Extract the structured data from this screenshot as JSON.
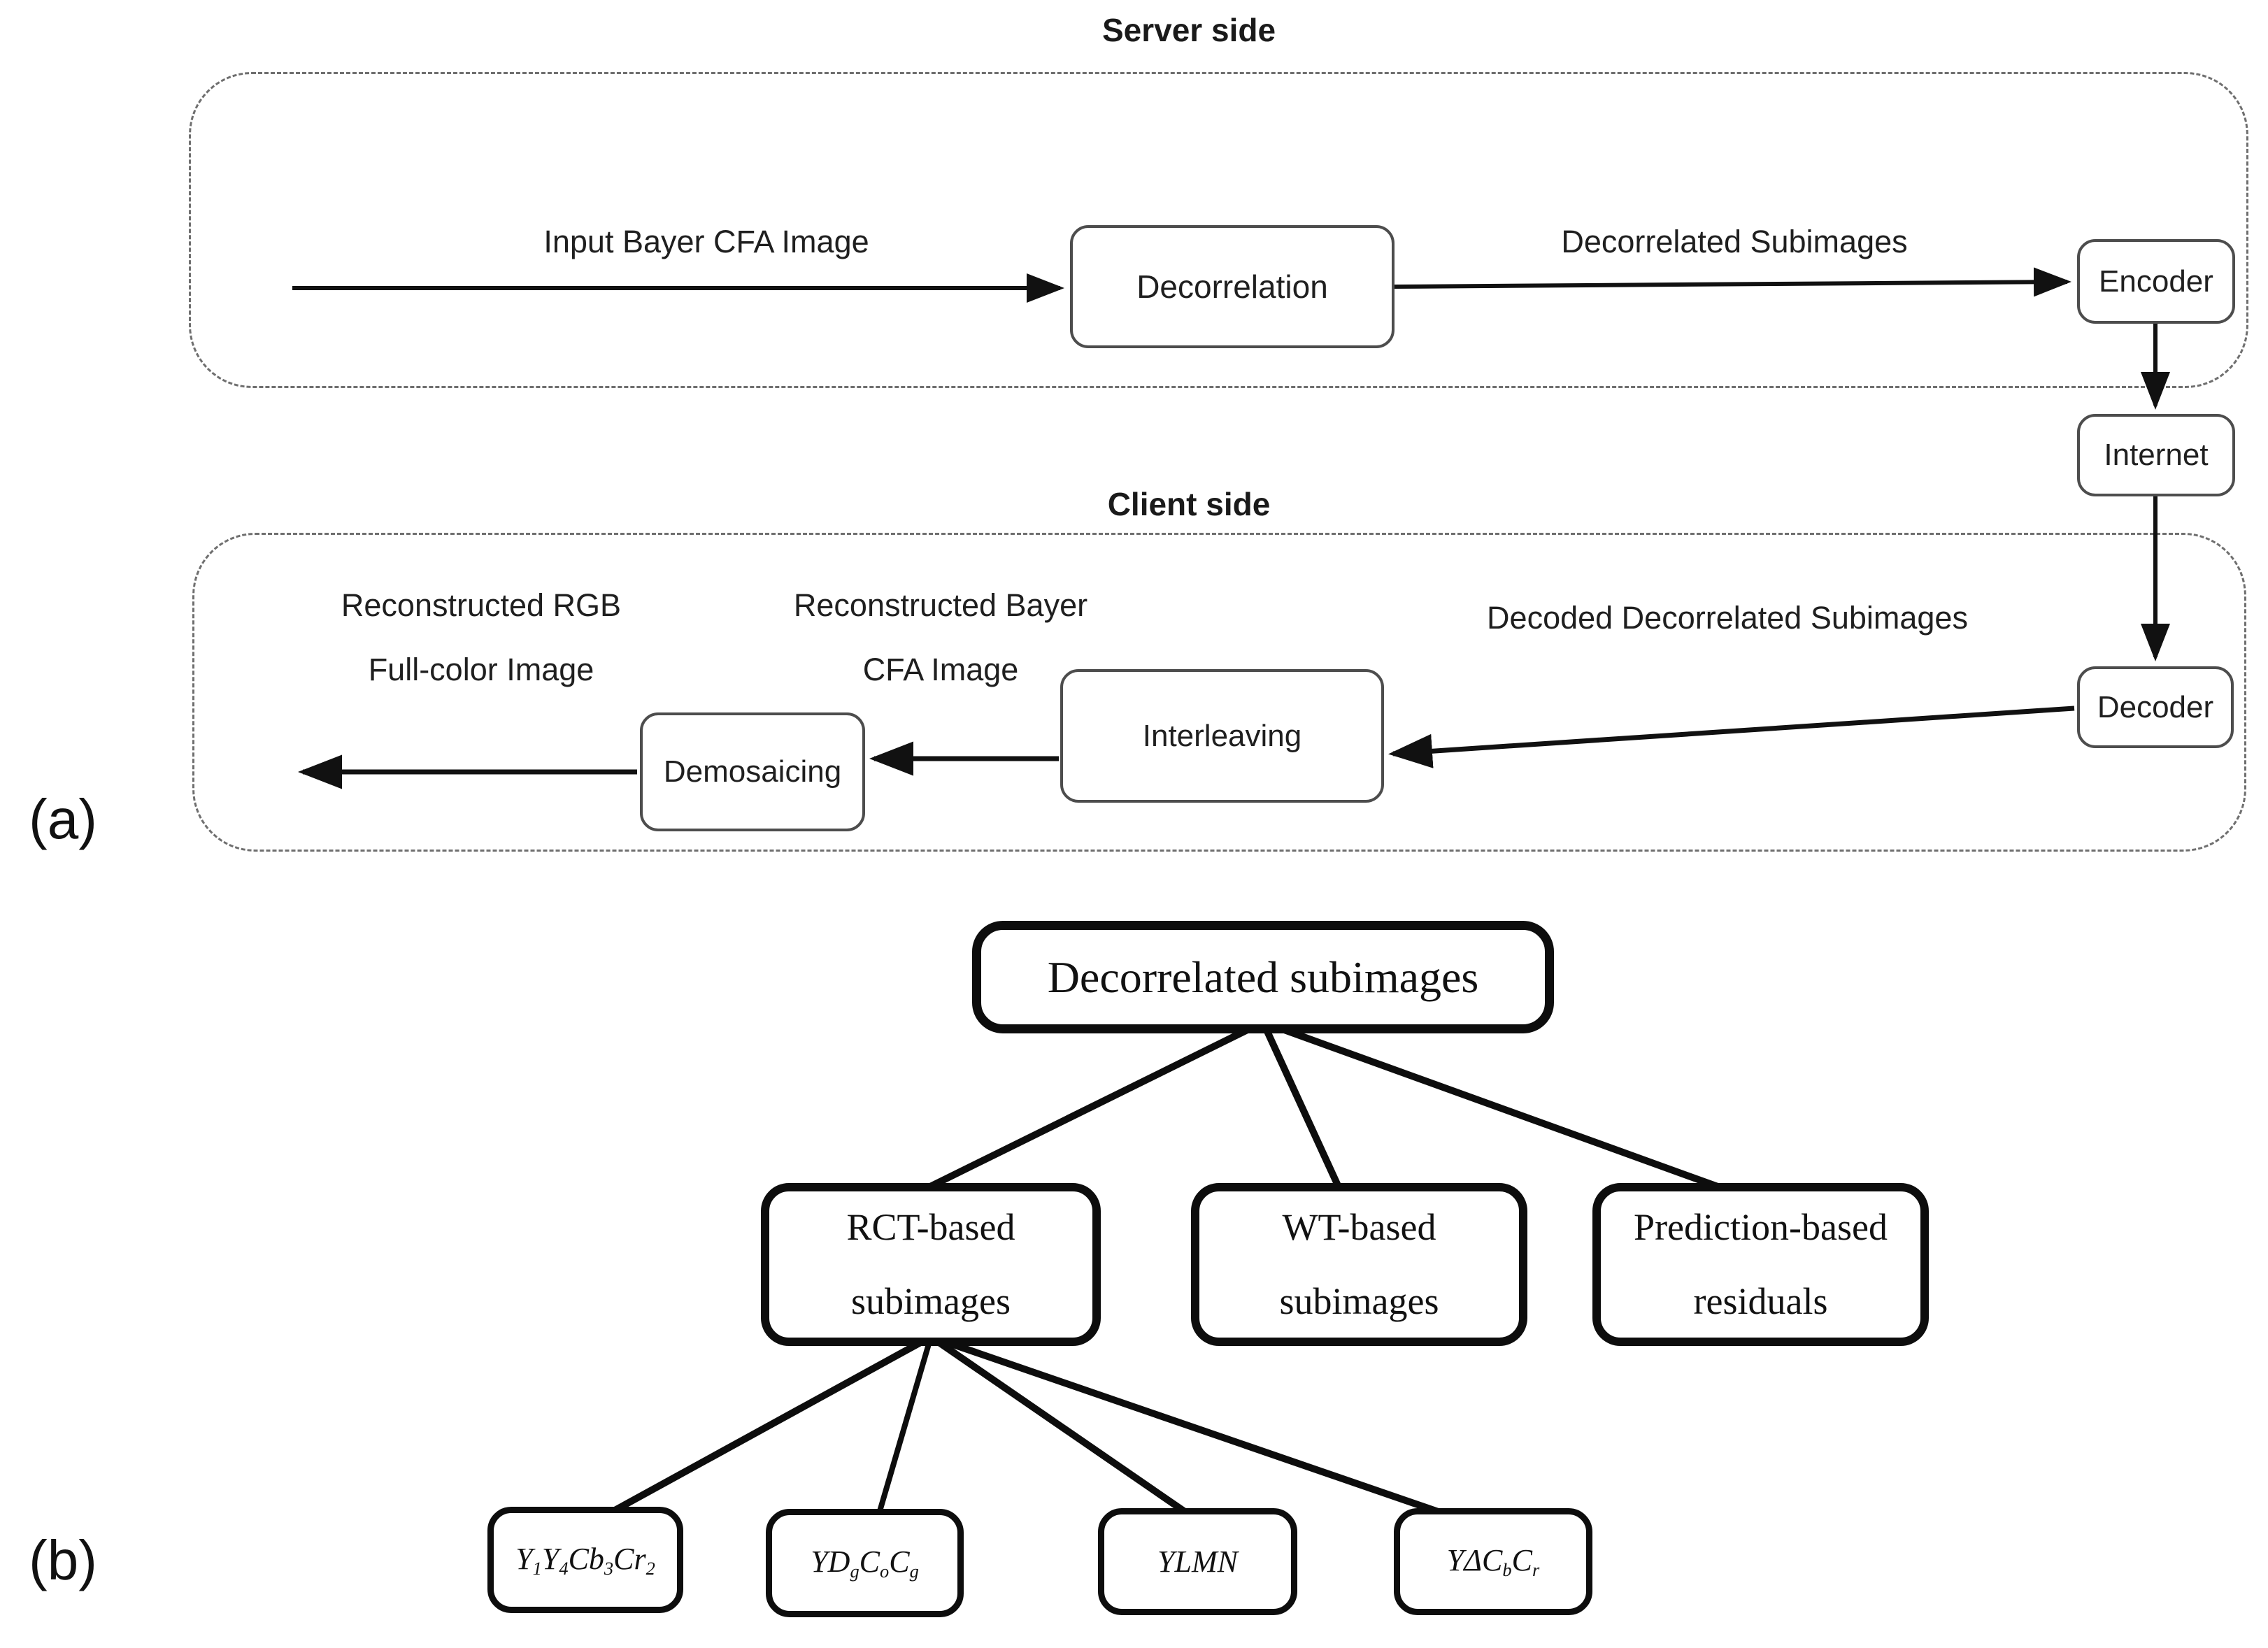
{
  "panel_a": {
    "label": "(a)",
    "server": {
      "title": "Server side",
      "nodes": {
        "decorrelation": "Decorrelation",
        "encoder": "Encoder"
      },
      "labels": {
        "input": "Input Bayer CFA Image",
        "decorrelated": "Decorrelated Subimages"
      }
    },
    "internet": "Internet",
    "client": {
      "title": "Client side",
      "nodes": {
        "decoder": "Decoder",
        "interleaving": "Interleaving",
        "demosaicing": "Demosaicing"
      },
      "labels": {
        "decoded": "Decoded Decorrelated Subimages",
        "recon_rgb_line1": "Reconstructed RGB",
        "recon_rgb_line2": "Full-color Image",
        "recon_bayer_line1": "Reconstructed Bayer",
        "recon_bayer_line2": "CFA Image"
      }
    }
  },
  "panel_b": {
    "label": "(b)",
    "root": "Decorrelated subimages",
    "level2": [
      {
        "id": "rct",
        "line1": "RCT-based",
        "line2": "subimages"
      },
      {
        "id": "wt",
        "line1": "WT-based",
        "line2": "subimages"
      },
      {
        "id": "pred",
        "line1": "Prediction-based",
        "line2": "residuals"
      }
    ],
    "leaves": [
      {
        "id": "y1y4cb3cr2",
        "segments": [
          [
            "Y",
            false
          ],
          [
            "1",
            true
          ],
          [
            "Y",
            false
          ],
          [
            "4",
            true
          ],
          [
            "Cb",
            false
          ],
          [
            "3",
            true
          ],
          [
            "Cr",
            false
          ],
          [
            "2",
            true
          ]
        ]
      },
      {
        "id": "ydgcocg",
        "segments": [
          [
            "YD",
            false
          ],
          [
            "g",
            true
          ],
          [
            "C",
            false
          ],
          [
            "o",
            true
          ],
          [
            "C",
            false
          ],
          [
            "g",
            true
          ]
        ]
      },
      {
        "id": "ylmn",
        "segments": [
          [
            "YLMN",
            false
          ]
        ]
      },
      {
        "id": "ydcbcr",
        "segments": [
          [
            "YΔC",
            false
          ],
          [
            "b",
            true
          ],
          [
            "C",
            false
          ],
          [
            "r",
            true
          ]
        ]
      }
    ]
  },
  "colors": {
    "background": "#ffffff",
    "text": "#1a1a1a",
    "arrow_line": "#111111",
    "node_border_panel_a": "#4d4d4d",
    "node_border_panel_b": "#0d0d0d",
    "dashed_region_border": "#6f6f6f"
  }
}
